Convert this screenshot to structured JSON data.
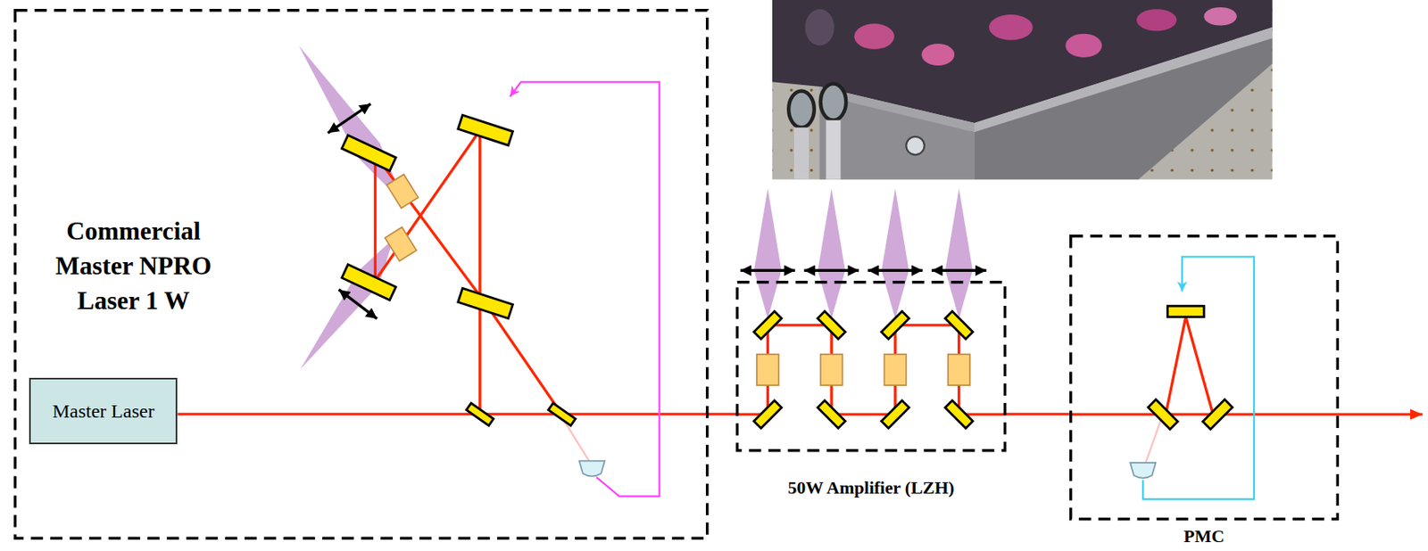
{
  "diagram": {
    "nodes": [
      {
        "text": [
          "Commercial Master NPRO Laser 1 W"
        ]
      },
      {
        "text": [
          "Master Laser"
        ],
        "in": 0
      },
      {
        "text": [
          "50W Amplifier (LZH)"
        ]
      },
      {
        "text": [
          "PMC"
        ]
      }
    ],
    "edges": [
      {
        "from": 1,
        "to": 2,
        "arrow": "none"
      },
      {
        "from": 2,
        "to": 3,
        "arrow": "none"
      }
    ]
  }
}
